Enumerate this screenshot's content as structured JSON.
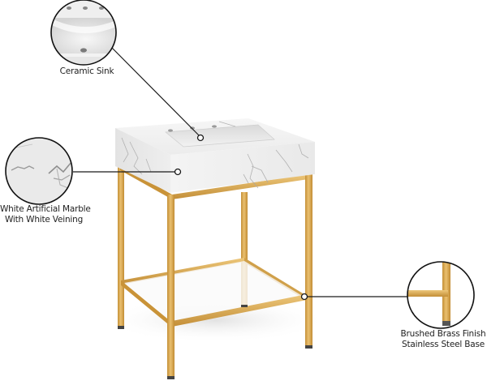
{
  "product": {
    "name": "Vanity with ceramic sink, marble top and brass base",
    "colors": {
      "brass": "#d9a84e",
      "brass_shadow": "#b9852e",
      "brass_highlight": "#edc77a",
      "marble": "#f1f1f1",
      "marble_side": "#e6e6e6",
      "vein": "#a9a9a9",
      "callout_line": "#1a1a1a"
    }
  },
  "callouts": [
    {
      "id": "sink",
      "lines": [
        "Ceramic Sink"
      ],
      "icon": "ceramic-sink-detail"
    },
    {
      "id": "marble",
      "lines": [
        "White Artificial Marble",
        "With White Veining"
      ],
      "icon": "marble-texture-detail"
    },
    {
      "id": "base",
      "lines": [
        "Brushed Brass Finish",
        "Stainless Steel Base"
      ],
      "icon": "brass-leg-detail"
    }
  ]
}
